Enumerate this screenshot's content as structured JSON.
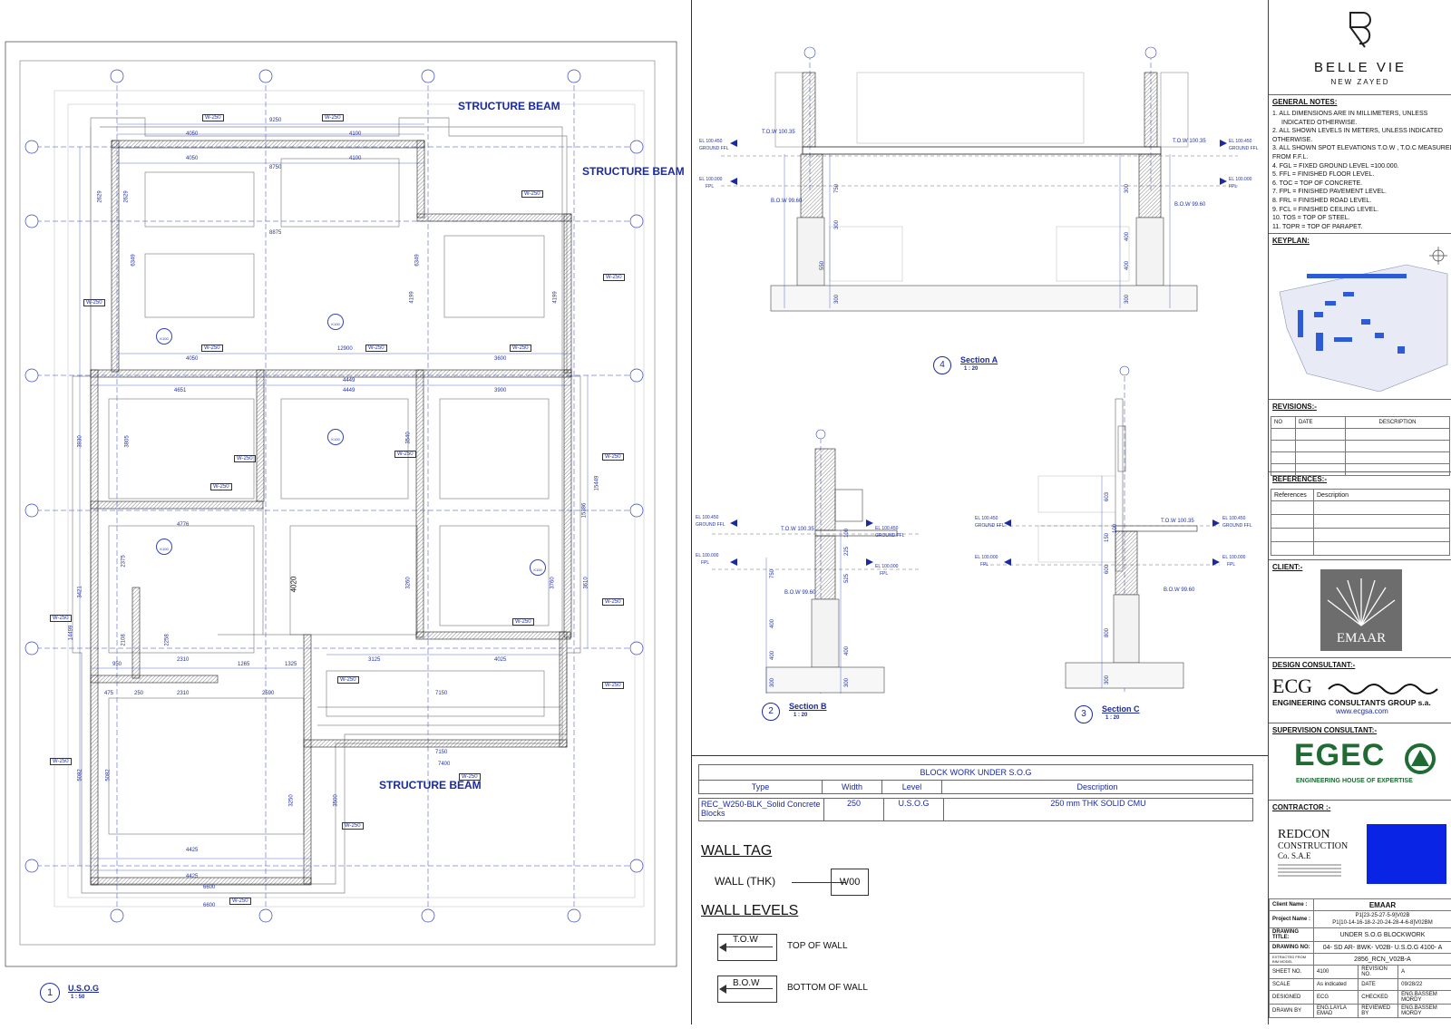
{
  "plan": {
    "structure_beam_labels": [
      "STRUCTURE BEAM",
      "STRUCTURE BEAM",
      "STRUCTURE BEAM"
    ],
    "view_number": "1",
    "view_title": "U.S.O.G",
    "view_scale": "1 : 50",
    "dimensions": [
      "9250",
      "4050",
      "4100",
      "8750",
      "4050",
      "4100",
      "8875",
      "12900",
      "4050",
      "3600",
      "4651",
      "4449",
      "4449",
      "3900",
      "4776",
      "3125",
      "4025",
      "2310",
      "2310",
      "2590",
      "7150",
      "7150",
      "7400",
      "4425",
      "4425",
      "6600",
      "6600",
      "4199",
      "4199",
      "3540",
      "3260",
      "3610",
      "3760",
      "4020",
      "1265",
      "1325",
      "950",
      "475",
      "250",
      "2629",
      "2629",
      "6349",
      "6349",
      "3930",
      "3805",
      "5082",
      "5082",
      "3421",
      "14499",
      "15449",
      "15386",
      "3250",
      "3500",
      "2258",
      "2108",
      "2375"
    ],
    "wall_tags": [
      "W-250"
    ],
    "section_tags": [
      "K100",
      "K100",
      "K100",
      "K100",
      "K100"
    ]
  },
  "section_a": {
    "number": "4",
    "title": "Section A",
    "scale": "1 : 20",
    "left_levels": [
      {
        "el": "EL 100.450",
        "name": "GROUND FFL"
      },
      {
        "el": "EL 100.000",
        "name": "FPL"
      }
    ],
    "right_levels": [
      {
        "el": "EL 100.450",
        "name": "GROUND FFL"
      },
      {
        "el": "EL 100.000",
        "name": "FPL"
      }
    ],
    "tow": "T.O.W 100.35",
    "bow": "B.O.W 99.60",
    "dims": [
      "750",
      "300",
      "300",
      "550",
      "300",
      "400",
      "400",
      "300"
    ]
  },
  "section_b": {
    "number": "2",
    "title": "Section B",
    "scale": "1 : 20",
    "levels": [
      {
        "el": "EL 100.450",
        "name": "GROUND FFL"
      },
      {
        "el": "EL 100.000",
        "name": "FPL"
      }
    ],
    "tow": "T.O.W 100.35",
    "bow": "B.O.W 99.60",
    "dims": [
      "750",
      "400",
      "400",
      "300",
      "100",
      "225",
      "525",
      "300",
      "400"
    ]
  },
  "section_c": {
    "number": "3",
    "title": "Section C",
    "scale": "1 : 20",
    "levels": [
      {
        "el": "EL 100.450",
        "name": "GROUND FFL"
      },
      {
        "el": "EL 100.000",
        "name": "FPL"
      }
    ],
    "tow": "T.O.W 100.35",
    "bow": "B.O.W 99.60",
    "dims": [
      "603",
      "150",
      "100",
      "600",
      "300",
      "800"
    ]
  },
  "schedule": {
    "title": "BLOCK WORK UNDER S.O.G",
    "headers": [
      "Type",
      "Width",
      "Level",
      "Description"
    ],
    "row": [
      "REC_W250-BLK_Solid Concrete Blocks",
      "250",
      "U.S.O.G",
      "250 mm THK SOLID CMU"
    ]
  },
  "legend": {
    "wall_tag_title": "WALL TAG",
    "wall_thk_label": "WALL (THK)",
    "wall_tag_example": "W00",
    "wall_levels_title": "WALL LEVELS",
    "tow_tag": "T.O.W",
    "tow_label": "TOP OF WALL",
    "bow_tag": "B.O.W",
    "bow_label": "BOTTOM OF WALL"
  },
  "titleblock": {
    "brand": "BELLE VIE",
    "brand_sub": "NEW ZAYED",
    "general_notes_title": "GENERAL NOTES:",
    "notes": [
      "1. ALL DIMENSIONS ARE IN MILLIMETERS, UNLESS",
      "    INDICATED OTHERWISE.",
      "2. ALL SHOWN LEVELS IN METERS, UNLESS INDICATED",
      "OTHERWISE.",
      "3. ALL SHOWN SPOT ELEVATIONS T.O.W , T.O.C MEASURED",
      "FROM F.F.L.",
      "4. FGL = FIXED GROUND LEVEL =100.000.",
      "5. FFL = FINISHED FLOOR LEVEL.",
      "6. TOC = TOP OF CONCRETE.",
      "7. FPL = FINISHED PAVEMENT LEVEL.",
      "8. FRL = FINISHED ROAD LEVEL.",
      "9. FCL = FINISHED CEILING LEVEL.",
      "10. TOS = TOP OF STEEL.",
      "11. TOPR = TOP OF PARAPET."
    ],
    "keyplan_title": "KEYPLAN:",
    "revisions_title": "REVISIONS:-",
    "revisions_headers": [
      "NO",
      "DATE",
      "DESCRIPTION"
    ],
    "references_title": "REFERENCES:-",
    "references_headers": [
      "References",
      "Description"
    ],
    "client_title": "CLIENT:-",
    "client_logo_text": "EMAAR",
    "design_title": "DESIGN CONSULTANT:-",
    "ecg_short": "ECG",
    "ecg_long": "ENGINEERING CONSULTANTS GROUP s.a.",
    "ecg_url": "www.ecgsa.com",
    "supervision_title": "SUPERVISION CONSULTANT:-",
    "egec_logo": "EGEC",
    "egec_tag": "ENGINEERING HOUSE OF EXPERTISE",
    "contractor_title": "CONTRACTOR :-",
    "redcon_1": "REDCON",
    "redcon_2": "CONSTRUCTION",
    "redcon_3": "Co. S.A.E",
    "info": {
      "client_name_label": "Client Name :",
      "client_name": "EMAAR",
      "project_name_label": "Project Name :",
      "project_name_1": "P1[23-25-27-5-9]V02B",
      "project_name_2": "P1[10-14-16-18-2-20-24-28-4-6-8]V02BM",
      "drawing_title_label": "DRAWING TITLE:",
      "drawing_title": "UNDER S.O.G BLOCKWORK",
      "drawing_no_label": "DRAWING NO:",
      "drawing_no": "04- SD AR- BWK- V02B- U.S.O.G 4100- A",
      "extracted_label": "EXTRACTED FROM BIM MODEL",
      "extracted": "2856_RCN_V02B-A",
      "sheet_no_label": "SHEET NO.",
      "sheet_no": "4100",
      "revision_label": "REVISION NO.",
      "revision": "A",
      "scale_label": "SCALE",
      "scale": "As indicated",
      "date_label": "DATE",
      "date": "09/28/22",
      "designed_label": "DESIGNED",
      "designed": "ECG",
      "checked_label": "CHECKED",
      "checked": "ENG.BASSEM MORDY",
      "drawn_label": "DRAWN BY",
      "drawn": "ENG.LAYLA EMAD",
      "reviewed_label": "REVIEWED BY",
      "reviewed": "ENG.BASSEM MORDY"
    }
  }
}
